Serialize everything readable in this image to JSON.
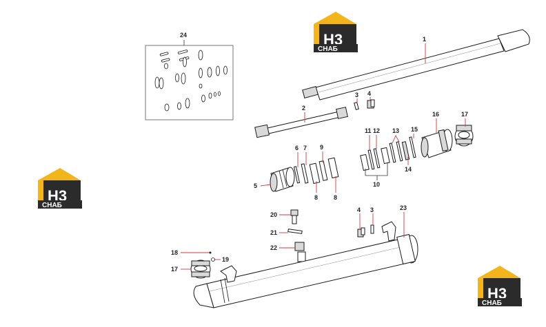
{
  "logo": {
    "letters": "H3",
    "wordmark": "СНАБ",
    "colors": {
      "roof": "#f2b51c",
      "dark": "#2b2b2b",
      "letters": "#ffffff"
    }
  },
  "callouts": {
    "c1": "1",
    "c2": "2",
    "c3a": "3",
    "c3b": "3",
    "c4a": "4",
    "c4b": "4",
    "c5": "5",
    "c6": "6",
    "c7": "7",
    "c8a": "8",
    "c8b": "8",
    "c9": "9",
    "c10": "10",
    "c11": "11",
    "c12": "12",
    "c13": "13",
    "c14": "14",
    "c15": "15",
    "c16": "16",
    "c17a": "17",
    "c17b": "17",
    "c18": "18",
    "c19": "19",
    "c20": "20",
    "c21": "21",
    "c22": "22",
    "c23": "23",
    "c24": "24"
  },
  "colors": {
    "leader_red": "#d23a3a",
    "outline": "#1a1a1a",
    "fill_gray": "#d9d9d9"
  }
}
